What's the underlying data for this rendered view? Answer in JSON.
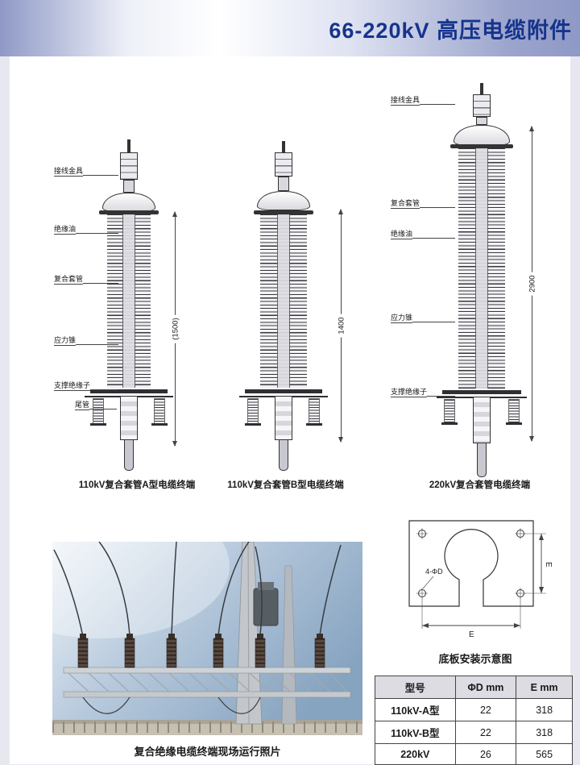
{
  "header": {
    "title": "66-220kV 高压电缆附件"
  },
  "figures": {
    "fig1": {
      "caption": "110kV复合套管A型电缆终端",
      "dimension": "(1500)",
      "labels": [
        "接线金具",
        "绝缘油",
        "复合套管",
        "应力锥",
        "支撑绝缘子",
        "尾管"
      ]
    },
    "fig2": {
      "caption": "110kV复合套管B型电缆终端",
      "dimension": "1400"
    },
    "fig3": {
      "caption": "220kV复合套管电缆终端",
      "dimension": "2900",
      "labels": [
        "接线金具",
        "复合套管",
        "绝缘油",
        "应力锥",
        "支撑绝缘子"
      ]
    }
  },
  "photo": {
    "caption": "复合绝缘电缆终端现场运行照片"
  },
  "baseplate": {
    "caption": "底板安装示意图",
    "hole_label": "4-ΦD",
    "dim_horizontal": "E",
    "dim_vertical": "E"
  },
  "table": {
    "headers": [
      "型号",
      "ΦD mm",
      "E mm"
    ],
    "rows": [
      [
        "110kV-A型",
        "22",
        "318"
      ],
      [
        "110kV-B型",
        "22",
        "318"
      ],
      [
        "220kV",
        "26",
        "565"
      ]
    ]
  },
  "colors": {
    "accent": "#16348c",
    "band": "#8f99c6",
    "page_bg": "#e7e7f0"
  }
}
